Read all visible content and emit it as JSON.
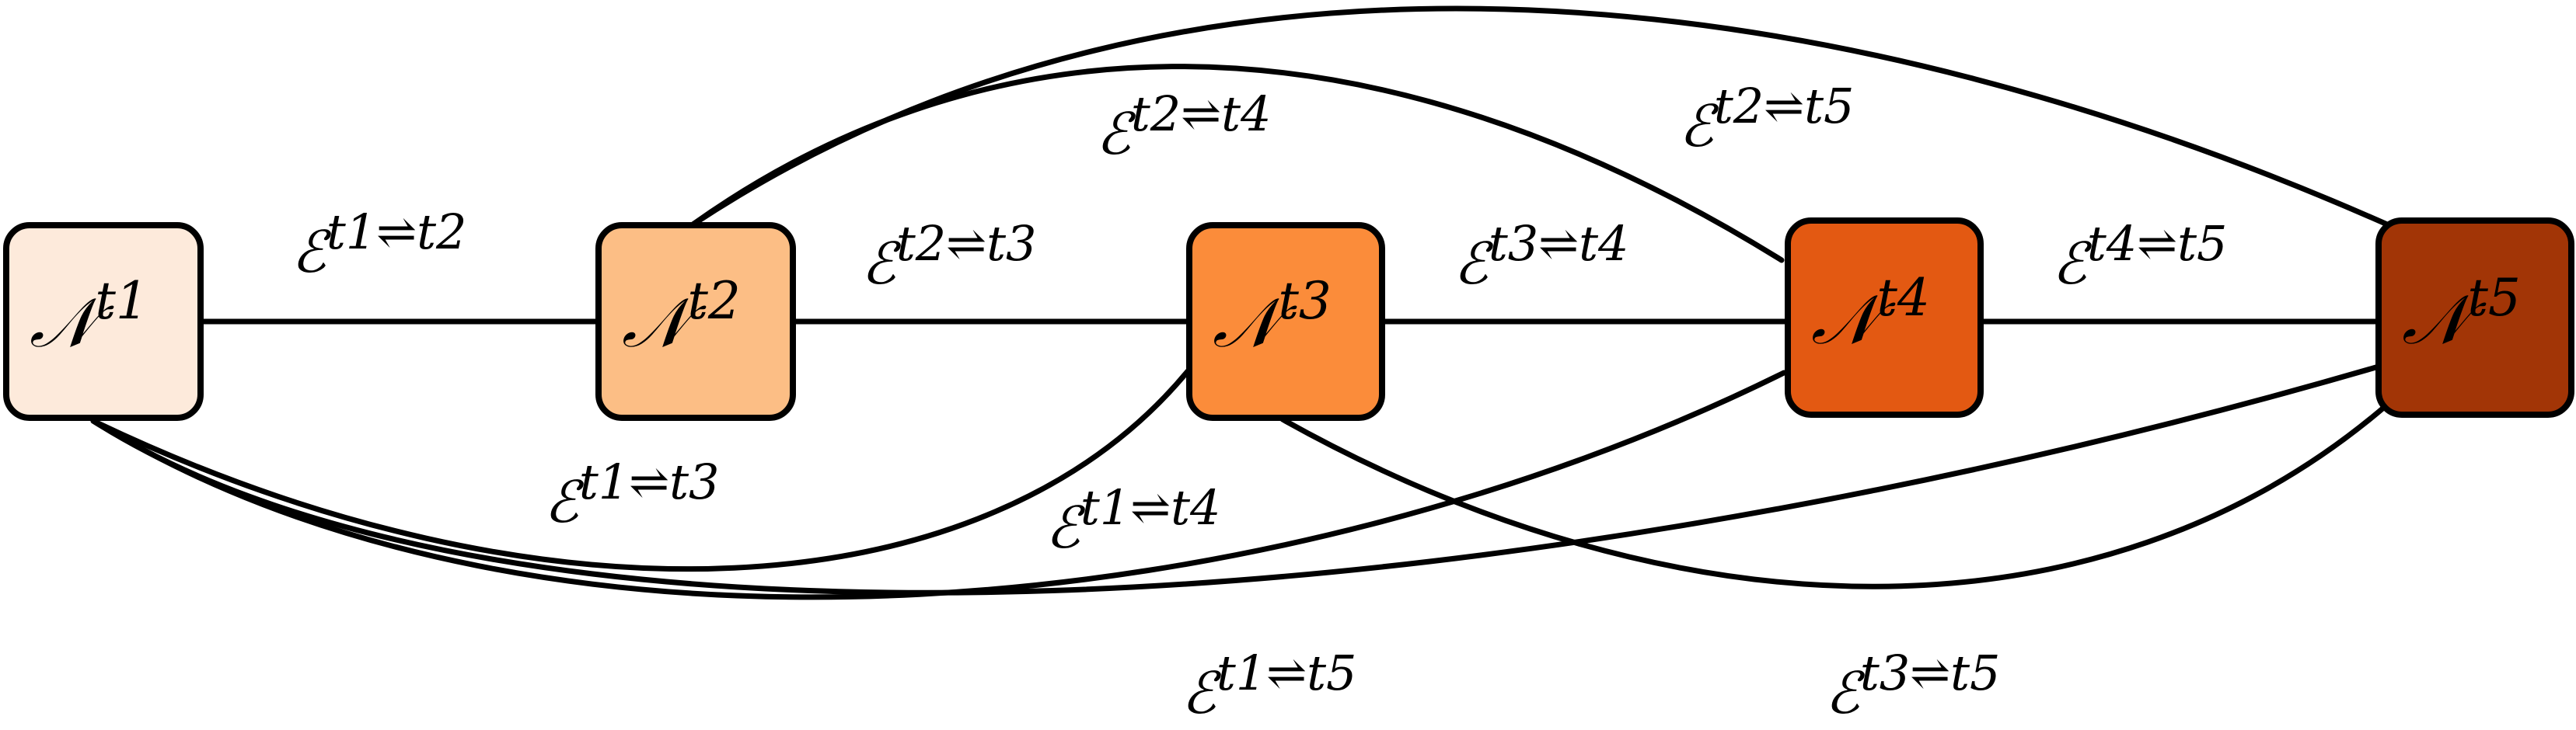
{
  "nodes": [
    {
      "id": "t1",
      "label": "𝒩",
      "superscript": "t1",
      "fill": "#fdeadb"
    },
    {
      "id": "t2",
      "label": "𝒩",
      "superscript": "t2",
      "fill": "#fcbe85"
    },
    {
      "id": "t3",
      "label": "𝒩",
      "superscript": "t3",
      "fill": "#fb8c3a"
    },
    {
      "id": "t4",
      "label": "𝒩",
      "superscript": "t4",
      "fill": "#e35912"
    },
    {
      "id": "t5",
      "label": "𝒩",
      "superscript": "t5",
      "fill": "#a23506"
    }
  ],
  "edges": [
    {
      "id": "t1-t2",
      "from": "t1",
      "to": "t2",
      "label": "ℰ",
      "superscript": "t1⇌t2"
    },
    {
      "id": "t2-t3",
      "from": "t2",
      "to": "t3",
      "label": "ℰ",
      "superscript": "t2⇌t3"
    },
    {
      "id": "t3-t4",
      "from": "t3",
      "to": "t4",
      "label": "ℰ",
      "superscript": "t3⇌t4"
    },
    {
      "id": "t4-t5",
      "from": "t4",
      "to": "t5",
      "label": "ℰ",
      "superscript": "t4⇌t5"
    },
    {
      "id": "t2-t4",
      "from": "t2",
      "to": "t4",
      "label": "ℰ",
      "superscript": "t2⇌t4"
    },
    {
      "id": "t2-t5",
      "from": "t2",
      "to": "t5",
      "label": "ℰ",
      "superscript": "t2⇌t5"
    },
    {
      "id": "t1-t3",
      "from": "t1",
      "to": "t3",
      "label": "ℰ",
      "superscript": "t1⇌t3"
    },
    {
      "id": "t1-t4",
      "from": "t1",
      "to": "t4",
      "label": "ℰ",
      "superscript": "t1⇌t4"
    },
    {
      "id": "t1-t5",
      "from": "t1",
      "to": "t5",
      "label": "ℰ",
      "superscript": "t1⇌t5"
    },
    {
      "id": "t3-t5",
      "from": "t3",
      "to": "t5",
      "label": "ℰ",
      "superscript": "t3⇌t5"
    }
  ]
}
